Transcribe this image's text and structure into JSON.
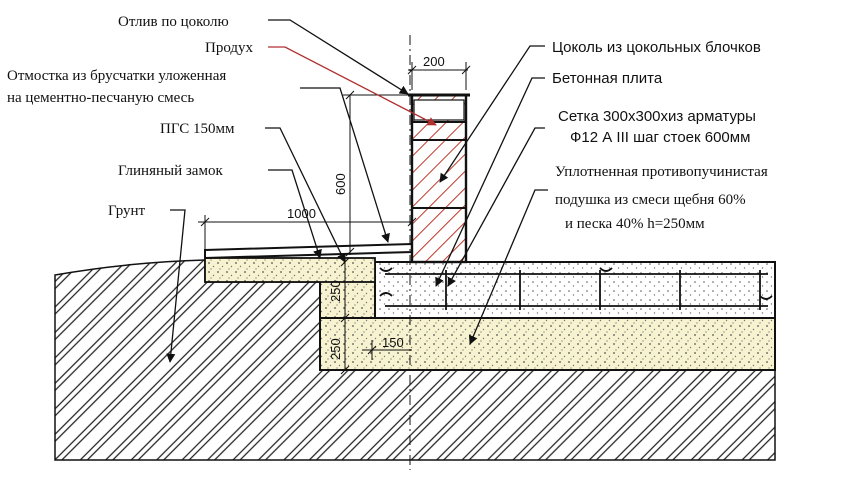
{
  "labels": {
    "otliv": "Отлив по цоколю",
    "produkh": "Продух",
    "otmostka_1": "Отмостка из брусчатки уложенная",
    "otmostka_2": "на цементно-песчаную смесь",
    "pgs": "ПГС 150мм",
    "glina": "Глиняный замок",
    "grunt": "Грунт",
    "tsokol": "Цоколь из цокольных блочков",
    "plita": "Бетонная плита",
    "setka_1": "Сетка 300х300хиз арматуры",
    "setka_2": "Ф12 А III шаг стоек 600мм",
    "podushka_1": "Уплотненная противопучинистая",
    "podushka_2": "подушка из смеси щебня 60%",
    "podushka_3": "и песка 40%   h=250мм"
  },
  "dimensions": {
    "wall_width": "200",
    "wall_height": "600",
    "blind_width": "1000",
    "slab_thickness": "250",
    "cushion_thickness": "250",
    "step": "150"
  },
  "colors": {
    "line": "#111111",
    "cushion_fill": "#f7f2cf",
    "slab_fill": "#ffffff",
    "red_hatch": "#c0392b",
    "leader_red": "#b03030"
  }
}
